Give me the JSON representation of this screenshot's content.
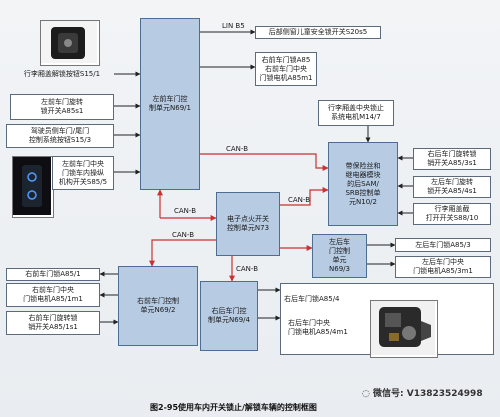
{
  "boxes": {
    "switch_s15_1": "行李厢盖解锁按钮S15/1",
    "lf_latch_a85s1": "左前车门旋转\n锁开关A85s1",
    "driver_switch_s15_3": "驾驶员侧车门/尾门\n控制系统按钮S15/3",
    "lf_center_switch_s85_5": "左前车门中央\n门锁车内操纵\n机构开关S85/5",
    "lf_door_ctrl_n69_1": "左前车门控\n制单元N69/1",
    "rear_child_lock_s20s5": "后部侧窗儿童安全锁开关S20s5",
    "rf_lock_motor_a85m1": "右前车门锁A85\n右前车门中央\n门锁电机A85m1",
    "trunk_lock_motor_m14_7": "行李厢盖中央锁止\n系统电机M14/7",
    "sam_n10_2": "带保险丝和\n继电器模块\n的后SAM/\nSRB控制单\n元N10/2",
    "rr_latch_a85s1": "右后车门旋转锁\n销开关A85/3s1",
    "rl_latch_a85_4s1": "左后车门旋转\n锁开关A85/4s1",
    "trunk_open_s88_10": "行李厢盖截\n打开开关S88/10",
    "ezs_n73": "电子点火开关\n控制单元N73",
    "rl_door_ctrl_n69_3": "左后车\n门控制\n单元\nN69/3",
    "rl_lock_a85_3": "左后车门锁A85/3",
    "rl_lock_motor_a85_3m1": "左后车门中央\n门锁电机A85/3m1",
    "rf_lock_a85_1": "右前车门锁A85/1",
    "rf_center_motor": "右前车门中央\n门锁电机A85/1m1",
    "rf_latch_a85_1s1": "右前车门旋转锁\n销开关A85/1s1",
    "rf_door_ctrl_n69_2": "右前车门控制\n单元N69/2",
    "rr_door_ctrl_n69_4": "右后车门控\n制单元N69/4",
    "rr_lock_a85_4": "右后车门锁A85/4",
    "rr_lock_motor_a85_4m1": "右后车门中央\n门锁电机A85/4m1"
  },
  "bus_labels": {
    "lin": "LIN B5",
    "canb_1": "CAN-B",
    "canb_2": "CAN-B",
    "canb_3": "CAN-B",
    "canb_4": "CAN-B",
    "canb_5": "CAN-B"
  },
  "caption": {
    "number": "图2-95",
    "title": "使用车内开关锁止/解锁车辆的控制框图"
  },
  "watermark": "微信号: V13823524998",
  "colors": {
    "control_unit_fill": "#b7cbe3",
    "arrow": "#222222",
    "bus_line": "#cc3030"
  }
}
